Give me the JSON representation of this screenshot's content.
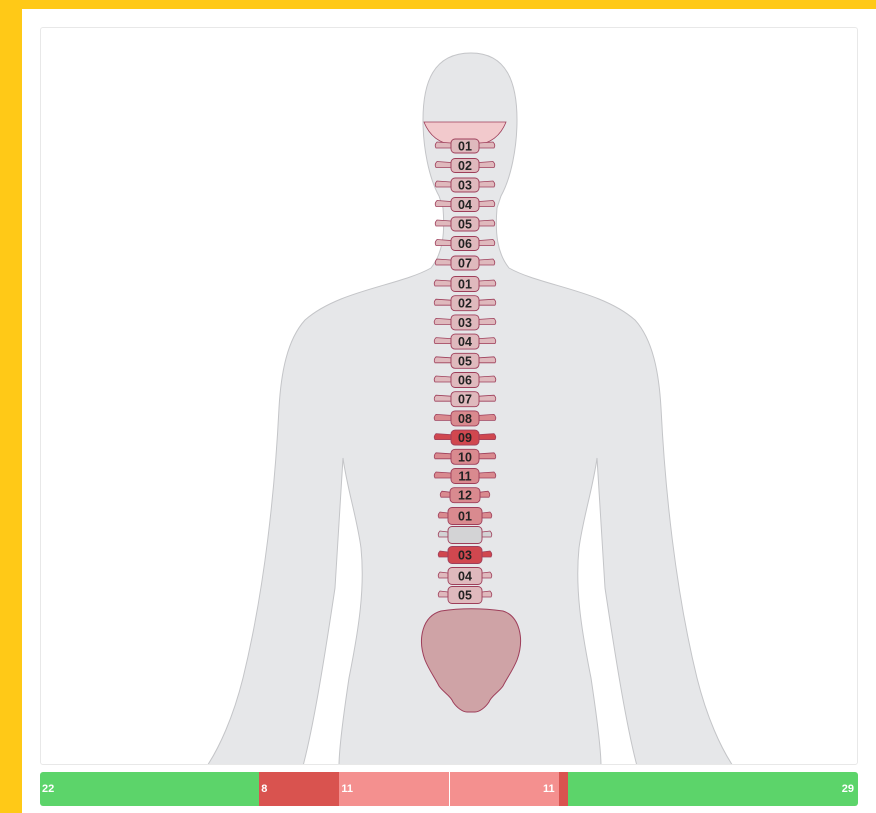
{
  "colors": {
    "frame": "#ffc917",
    "silhouette": "#e6e7e9",
    "silhouette_stroke": "#c4c5c8",
    "vertebra_neutral": "#d3d3d5",
    "vertebra_light": "#dfb9bd",
    "vertebra_mid": "#d98a8f",
    "vertebra_strong": "#d0474f",
    "vertebra_stroke": "#9e3e5a",
    "sacrum": "#cfa3a6",
    "skull_base": "#f2c9cc"
  },
  "spine": {
    "vertebrae": [
      {
        "region": "cervical",
        "label": "01",
        "shade": "light"
      },
      {
        "region": "cervical",
        "label": "02",
        "shade": "light"
      },
      {
        "region": "cervical",
        "label": "03",
        "shade": "light"
      },
      {
        "region": "cervical",
        "label": "04",
        "shade": "light"
      },
      {
        "region": "cervical",
        "label": "05",
        "shade": "light"
      },
      {
        "region": "cervical",
        "label": "06",
        "shade": "light"
      },
      {
        "region": "cervical",
        "label": "07",
        "shade": "light"
      },
      {
        "region": "thoracic",
        "label": "01",
        "shade": "light"
      },
      {
        "region": "thoracic",
        "label": "02",
        "shade": "light"
      },
      {
        "region": "thoracic",
        "label": "03",
        "shade": "light"
      },
      {
        "region": "thoracic",
        "label": "04",
        "shade": "light"
      },
      {
        "region": "thoracic",
        "label": "05",
        "shade": "light"
      },
      {
        "region": "thoracic",
        "label": "06",
        "shade": "light"
      },
      {
        "region": "thoracic",
        "label": "07",
        "shade": "light"
      },
      {
        "region": "thoracic",
        "label": "08",
        "shade": "mid"
      },
      {
        "region": "thoracic",
        "label": "09",
        "shade": "strong"
      },
      {
        "region": "thoracic",
        "label": "10",
        "shade": "mid"
      },
      {
        "region": "thoracic",
        "label": "11",
        "shade": "mid"
      },
      {
        "region": "thoracic",
        "label": "12",
        "shade": "mid"
      },
      {
        "region": "lumbar",
        "label": "01",
        "shade": "mid"
      },
      {
        "region": "lumbar",
        "label": "",
        "shade": "neutral"
      },
      {
        "region": "lumbar",
        "label": "03",
        "shade": "strong"
      },
      {
        "region": "lumbar",
        "label": "04",
        "shade": "light"
      },
      {
        "region": "lumbar",
        "label": "05",
        "shade": "light"
      }
    ]
  },
  "summary_bar": {
    "segments": [
      {
        "value": "22",
        "share": 0.268,
        "color": "#5cd46a",
        "text_side": "left"
      },
      {
        "value": "8",
        "share": 0.098,
        "color": "#d9534f",
        "text_side": "left"
      },
      {
        "value": "11",
        "share": 0.134,
        "color": "#f4908f",
        "text_side": "left"
      },
      {
        "value": "11",
        "share": 0.134,
        "color": "#f4908f",
        "text_side": "right"
      },
      {
        "value": "",
        "share": 0.012,
        "color": "#d9534f",
        "text_side": "left"
      },
      {
        "value": "29",
        "share": 0.354,
        "color": "#5cd46a",
        "text_side": "right"
      }
    ]
  }
}
